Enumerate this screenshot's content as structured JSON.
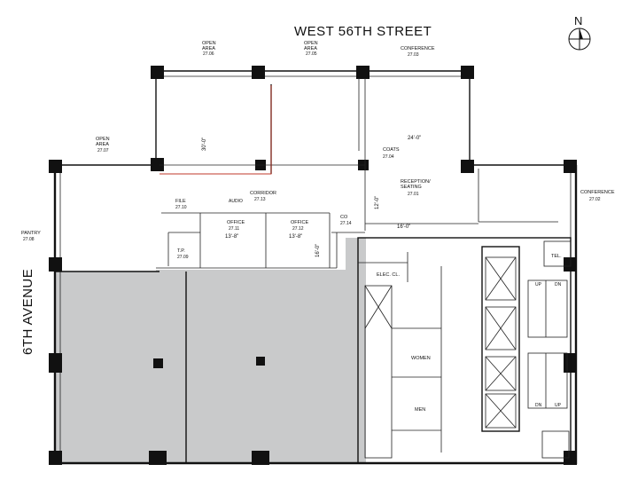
{
  "streets": {
    "north": "WEST 56TH STREET",
    "west": "6TH AVENUE"
  },
  "compass": {
    "label": "N"
  },
  "rooms": {
    "open_area_1": {
      "name": "OPEN\nAREA",
      "tag": "27.06"
    },
    "open_area_2": {
      "name": "OPEN\nAREA",
      "tag": "27.05"
    },
    "open_area_3": {
      "name": "OPEN\nAREA",
      "tag": "27.07"
    },
    "conference_1": {
      "name": "CONFERENCE",
      "tag": "27.03"
    },
    "conference_2": {
      "name": "CONFERENCE",
      "tag": "27.02"
    },
    "coats": {
      "name": "COATS",
      "tag": "27.04"
    },
    "reception": {
      "name": "RECEPTION/\nSEATING",
      "tag": "27.01"
    },
    "corridor": {
      "name": "CORRIDOR",
      "tag": "27.13"
    },
    "file": {
      "name": "FILE",
      "tag": "27.10"
    },
    "office_1": {
      "name": "OFFICE",
      "tag": "27.11"
    },
    "office_2": {
      "name": "OFFICE",
      "tag": "27.12"
    },
    "pantry": {
      "name": "PANTRY",
      "tag": "27.08"
    },
    "tp": {
      "name": "T.P.",
      "tag": "27.09"
    },
    "copy": {
      "name": "CO",
      "tag": "27.14"
    },
    "elec": {
      "name": "ELEC. CL."
    },
    "tel": {
      "name": "TEL."
    },
    "women": {
      "name": "WOMEN"
    },
    "men": {
      "name": "MEN"
    }
  },
  "dimensions": {
    "d1": "24'-0\"",
    "d2": "16'-0\"",
    "d3": "30'-0\"",
    "d4": "13'-8\"",
    "d5": "13'-8\"",
    "d6": "12'-0\"",
    "d7": "16'-0\""
  },
  "stairs": {
    "up1": "UP",
    "dn1": "DN",
    "dn2": "DN",
    "up2": "UP"
  },
  "labels": {
    "audio": "AUDIO"
  }
}
